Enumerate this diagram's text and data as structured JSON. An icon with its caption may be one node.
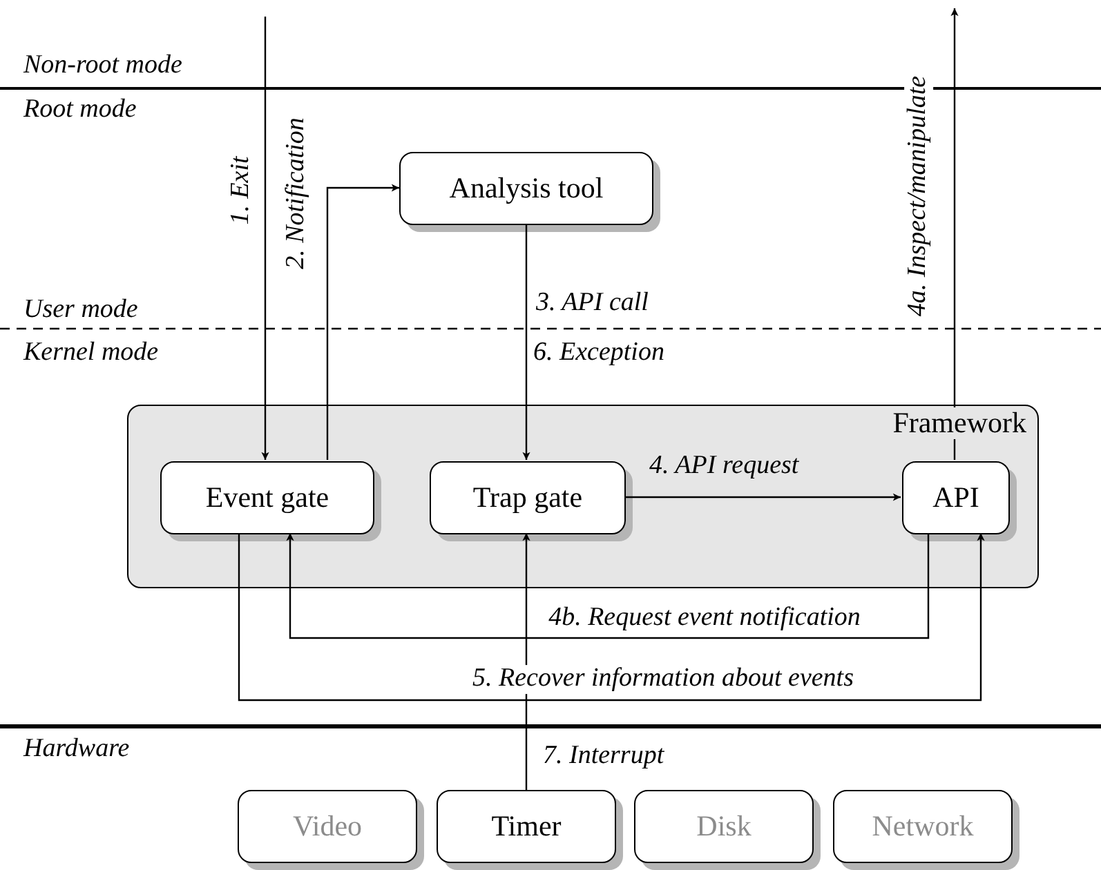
{
  "diagram": {
    "nodes": [
      {
        "text": [
          "Analysis tool"
        ]
      },
      {
        "text": [
          "Framework"
        ]
      },
      {
        "text": [
          "Event gate"
        ],
        "in": 1
      },
      {
        "text": [
          "Trap gate"
        ],
        "in": 1
      },
      {
        "text": [
          "API"
        ],
        "in": 1
      },
      {
        "text": [
          "Video"
        ]
      },
      {
        "text": [
          "Timer"
        ]
      },
      {
        "text": [
          "Disk"
        ]
      },
      {
        "text": [
          "Network"
        ]
      }
    ],
    "edges": [
      {
        "from": null,
        "to": 2,
        "arrow": "to",
        "label": "1. Exit"
      },
      {
        "from": 2,
        "to": 0,
        "arrow": "to",
        "label": "2. Notification"
      },
      {
        "from": 0,
        "to": 3,
        "arrow": "to",
        "label": "3. API call"
      },
      {
        "from": 3,
        "to": 4,
        "arrow": "to",
        "label": "4. API request"
      },
      {
        "from": 4,
        "to": null,
        "arrow": "to",
        "label": "4a. Inspect/manipulate"
      },
      {
        "from": 4,
        "to": 2,
        "arrow": "to",
        "label": "4b. Request event notification"
      },
      {
        "from": 2,
        "to": 4,
        "arrow": "to",
        "label": "5. Recover information about events"
      },
      {
        "from": 6,
        "to": 3,
        "arrow": "to",
        "label": "7. Interrupt"
      }
    ],
    "labels": [
      "Non-root mode",
      "Root mode",
      "User mode",
      "Kernel mode",
      "6. Exception",
      "Hardware"
    ]
  }
}
